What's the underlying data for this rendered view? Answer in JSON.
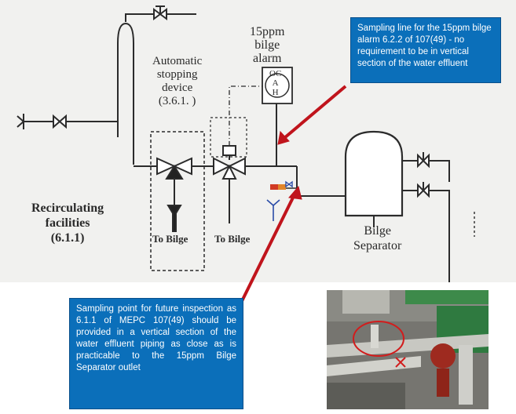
{
  "labels": {
    "ppm_alarm": [
      "15ppm",
      "bilge",
      "alarm"
    ],
    "auto_stop": [
      "Automatic",
      "stopping",
      "device",
      "(3.6.1. )"
    ],
    "recirculating": [
      "Recirculating",
      "facilities",
      "(6.1.1)"
    ],
    "to_bilge_left": "To Bilge",
    "to_bilge_right": "To Bilge",
    "bilge_separator": [
      "Bilge",
      "Separator"
    ],
    "alarm_gauge": [
      "OC",
      "A",
      "H"
    ]
  },
  "callouts": {
    "top": "Sampling line for the 15ppm bilge alarm 6.2.2 of 107(49) - no requirement to be in vertical section of the water effluent",
    "bottom": "Sampling point for future inspection as 6.1.1 of MEPC 107(49) should be provided in a vertical section of the water effluent piping as close as is practicable to the 15ppm Bilge Separator outlet"
  },
  "colors": {
    "callout_bg": "#0b6fba",
    "pointer": "#c0141c",
    "line": "#2b2b2b"
  }
}
